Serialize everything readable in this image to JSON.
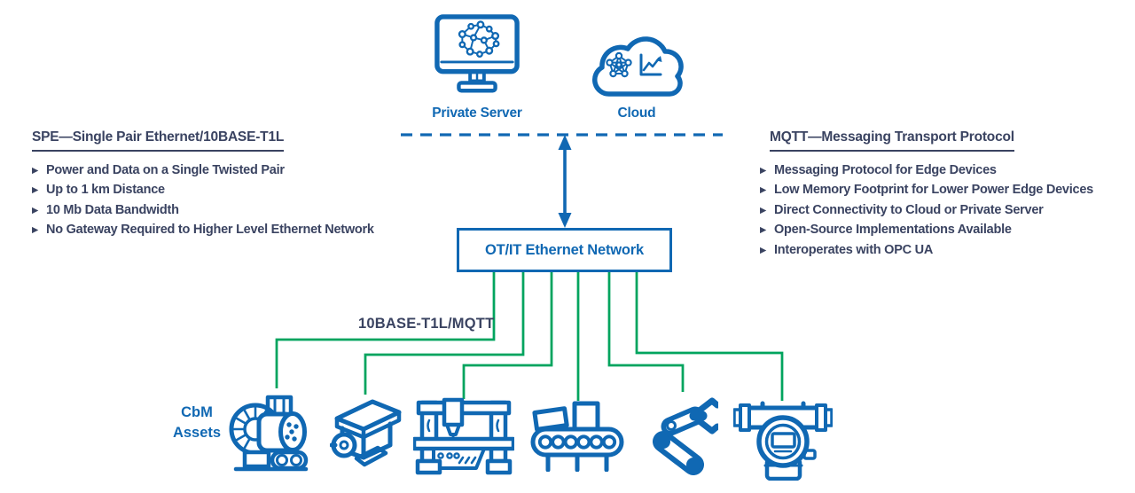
{
  "colors": {
    "primary_blue": "#1068B3",
    "connector_green": "#00A45E",
    "text_navy": "#3A4361"
  },
  "glyphs": {
    "bullet": "▶"
  },
  "top": {
    "private_server": {
      "label": "Private Server",
      "icon": "server-monitor-neural-network-icon"
    },
    "cloud": {
      "label": "Cloud",
      "icon": "cloud-analytics-icon"
    }
  },
  "left_panel": {
    "heading": "SPE—Single Pair Ethernet/10BASE-T1L",
    "bullets": [
      "Power and Data on a Single Twisted Pair",
      "Up to 1 km Distance",
      "10 Mb Data Bandwidth",
      "No Gateway Required to Higher Level Ethernet Network"
    ]
  },
  "right_panel": {
    "heading": "MQTT—Messaging Transport Protocol",
    "bullets": [
      "Messaging Protocol for Edge Devices",
      "Low Memory Footprint for Lower Power Edge Devices",
      "Direct Connectivity to Cloud or Private Server",
      "Open-Source Implementations Available",
      "Interoperates with OPC UA"
    ]
  },
  "network": {
    "box_label": "OT/IT Ethernet Network",
    "link_label": "10BASE-T1L/MQTT"
  },
  "assets": {
    "label_line1": "CbM",
    "label_line2": "Assets",
    "items": [
      {
        "icon": "turbine-blower-icon"
      },
      {
        "icon": "electric-motor-icon"
      },
      {
        "icon": "cnc-machine-icon"
      },
      {
        "icon": "conveyor-belt-icon"
      },
      {
        "icon": "robot-arm-icon"
      },
      {
        "icon": "pressure-transmitter-icon"
      }
    ]
  }
}
